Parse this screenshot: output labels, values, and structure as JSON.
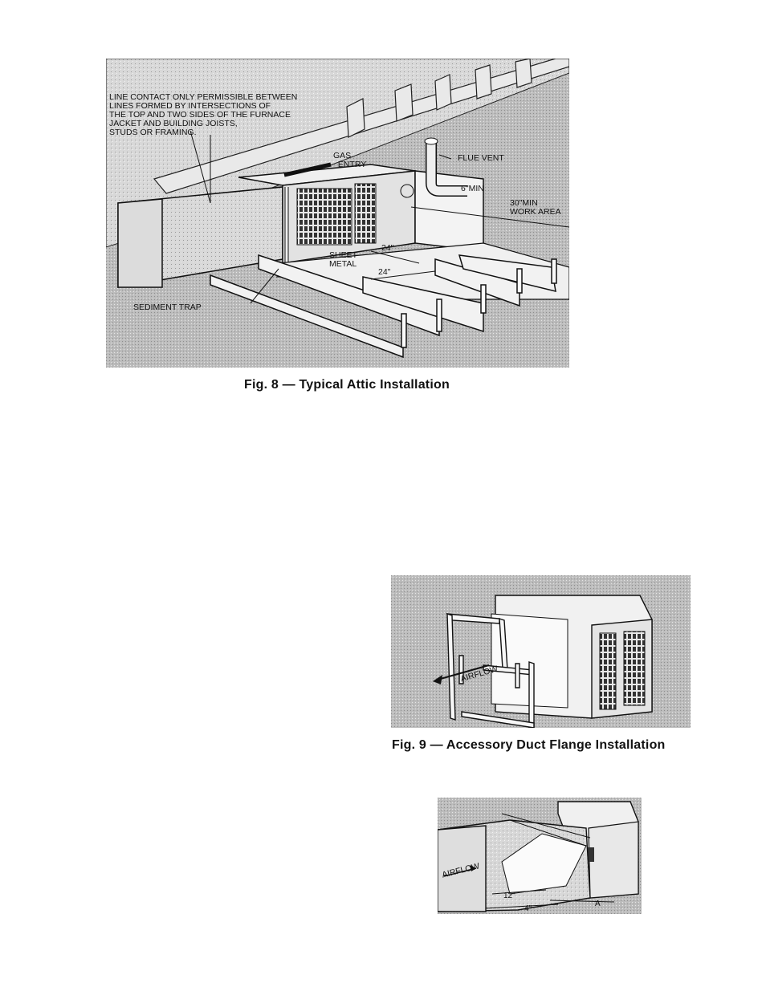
{
  "fig8": {
    "caption": "Fig. 8 — Typical Attic Installation",
    "labels": {
      "line_contact": "LINE CONTACT ONLY PERMISSIBLE BETWEEN\nLINES FORMED BY INTERSECTIONS OF\nTHE TOP AND TWO SIDES OF THE FURNACE\nJACKET AND BUILDING JOISTS,\nSTUDS OR FRAMING.",
      "gas_entry": "GAS\n  ENTRY",
      "flue_vent": "FLUE VENT",
      "six_min": "6\"MIN",
      "work_area": "30\"MIN\nWORK AREA",
      "dim_24_a": "24\"",
      "sheet_metal": "SHEET\nMETAL",
      "dim_24_b": "24\"",
      "sediment_trap": "SEDIMENT TRAP"
    }
  },
  "fig9": {
    "caption": "Fig. 9 — Accessory Duct Flange Installation",
    "labels": {
      "airflow": "AIRFLOW"
    }
  },
  "fig10": {
    "labels": {
      "airflow": "AIRFLOW",
      "dim_12": "12\"",
      "dim_4": "4\"",
      "dim_a": "A"
    }
  }
}
